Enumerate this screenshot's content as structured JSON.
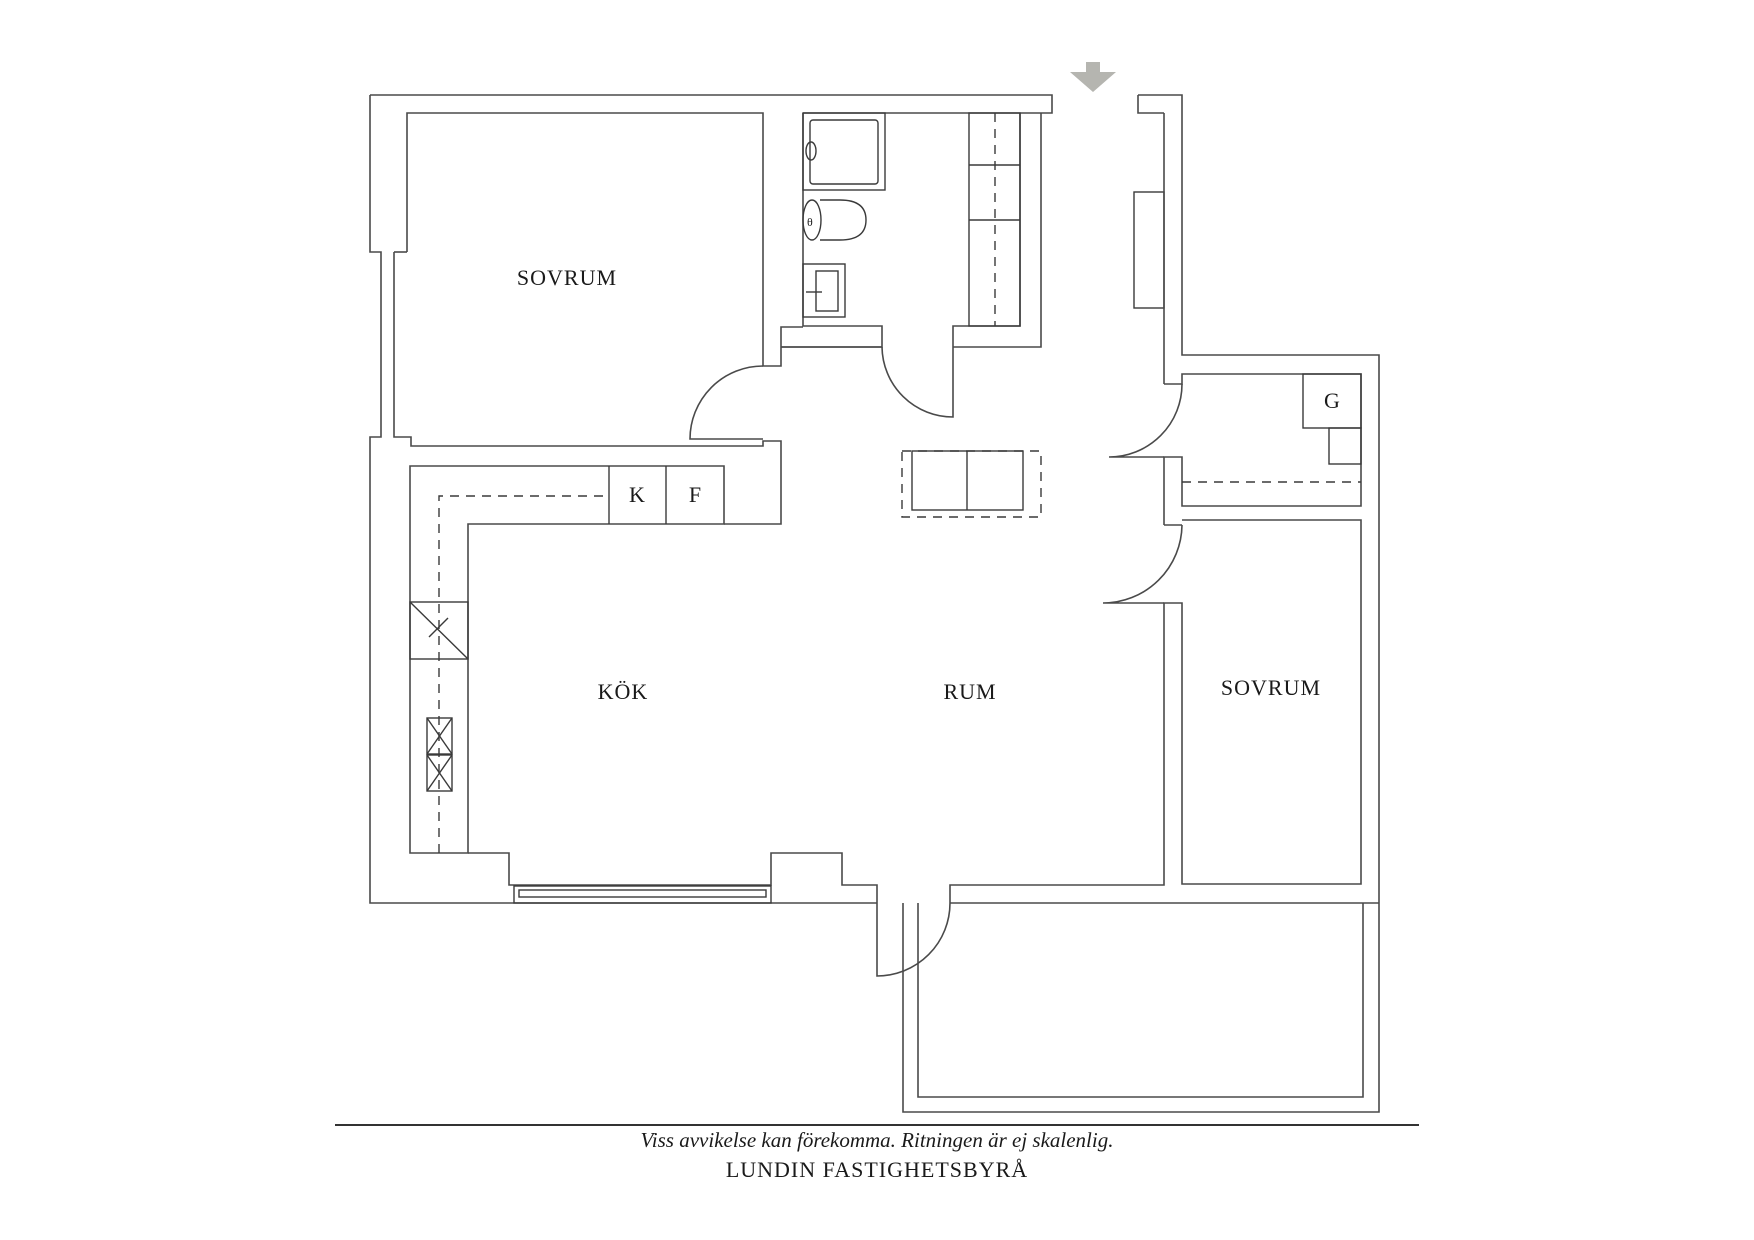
{
  "rooms": {
    "bedroom_1": "SOVRUM",
    "kitchen": "KÖK",
    "living_room": "RUM",
    "bedroom_2": "SOVRUM"
  },
  "fixtures": {
    "kitchen_k": "K",
    "kitchen_f": "F",
    "closet_g": "G"
  },
  "entrance_marker": {
    "icon": "entrance-arrow-icon",
    "color": "#b5b5b0"
  },
  "footer": {
    "disclaimer": "Viss avvikelse kan förekomma. Ritningen är ej skalenlig.",
    "brand": "LUNDIN FASTIGHETSBYRÅ"
  }
}
